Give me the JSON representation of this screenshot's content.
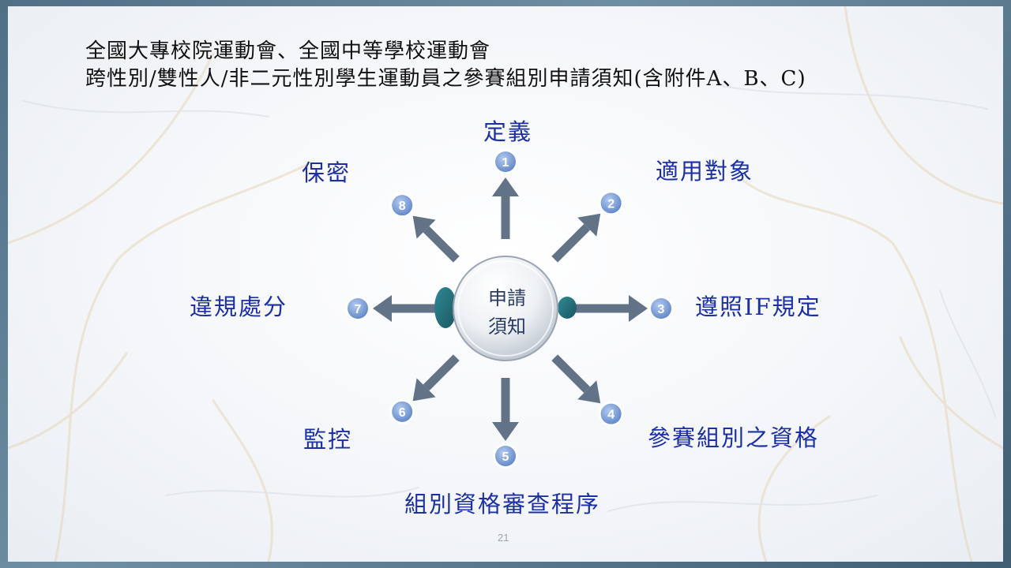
{
  "title": {
    "line1": "全國大專校院運動會、全國中等學校運動會",
    "line2": "跨性別/雙性人/非二元性別學生運動員之參賽組別申請須知(含附件A、B、C)"
  },
  "center": {
    "line1": "申請",
    "line2": "須知"
  },
  "items": [
    {
      "number": "1",
      "label": "定義"
    },
    {
      "number": "2",
      "label": "適用對象"
    },
    {
      "number": "3",
      "label": "遵照IF規定"
    },
    {
      "number": "4",
      "label": "參賽組別之資格"
    },
    {
      "number": "5",
      "label": "組別資格審查程序"
    },
    {
      "number": "6",
      "label": "監控"
    },
    {
      "number": "7",
      "label": "違規處分"
    },
    {
      "number": "8",
      "label": "保密"
    }
  ],
  "page_number": "21",
  "colors": {
    "label": "#1a2fa8",
    "arrow": "#637387",
    "badge": "#7a9bd6",
    "frame": "#4f6f86"
  }
}
